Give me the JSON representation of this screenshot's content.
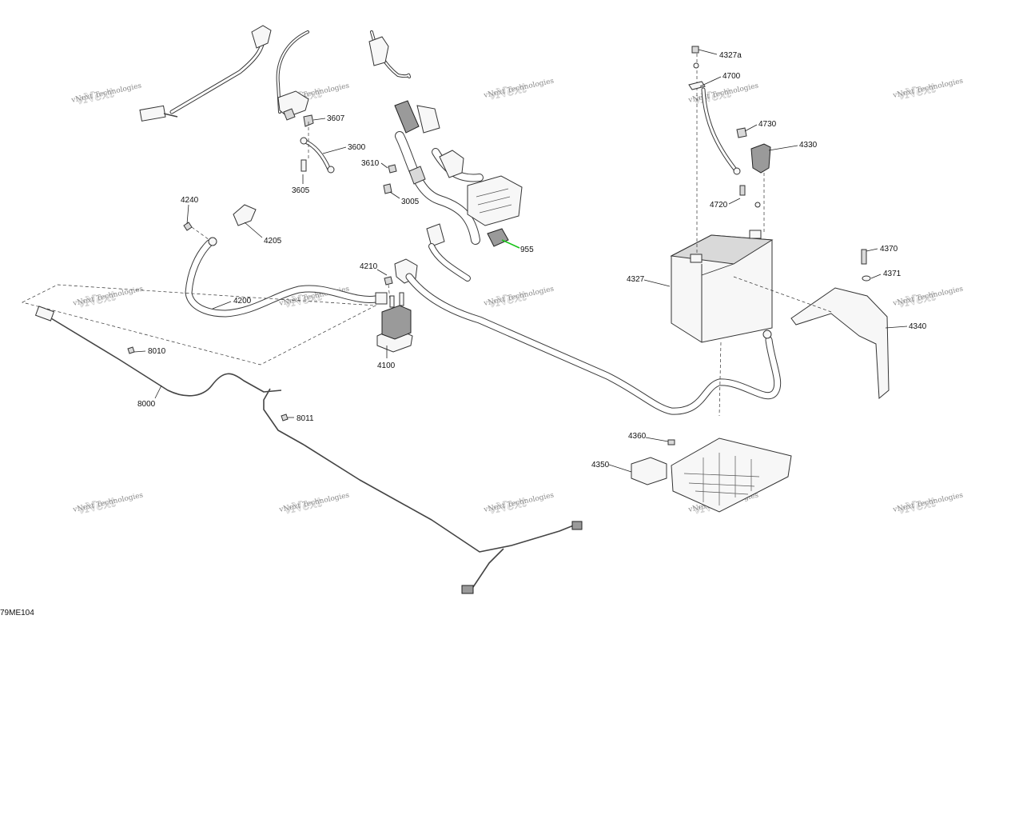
{
  "figure_code": "79ME104",
  "watermark": {
    "text": "vNext Technologies"
  },
  "highlight_color": "#19c419",
  "callouts": [
    {
      "id": "3607",
      "label": "3607"
    },
    {
      "id": "3600",
      "label": "3600"
    },
    {
      "id": "3610",
      "label": "3610"
    },
    {
      "id": "3605",
      "label": "3605"
    },
    {
      "id": "3005",
      "label": "3005"
    },
    {
      "id": "4240",
      "label": "4240"
    },
    {
      "id": "4205",
      "label": "4205"
    },
    {
      "id": "955",
      "label": "955"
    },
    {
      "id": "4210",
      "label": "4210"
    },
    {
      "id": "4200",
      "label": "4200"
    },
    {
      "id": "4100",
      "label": "4100"
    },
    {
      "id": "8010",
      "label": "8010"
    },
    {
      "id": "8000",
      "label": "8000"
    },
    {
      "id": "8011",
      "label": "8011"
    },
    {
      "id": "4327a",
      "label": "4327a"
    },
    {
      "id": "4700",
      "label": "4700"
    },
    {
      "id": "4730",
      "label": "4730"
    },
    {
      "id": "4330",
      "label": "4330"
    },
    {
      "id": "4720",
      "label": "4720"
    },
    {
      "id": "4327",
      "label": "4327"
    },
    {
      "id": "4370",
      "label": "4370"
    },
    {
      "id": "4371",
      "label": "4371"
    },
    {
      "id": "4340",
      "label": "4340"
    },
    {
      "id": "4360",
      "label": "4360"
    },
    {
      "id": "4350",
      "label": "4350"
    }
  ]
}
